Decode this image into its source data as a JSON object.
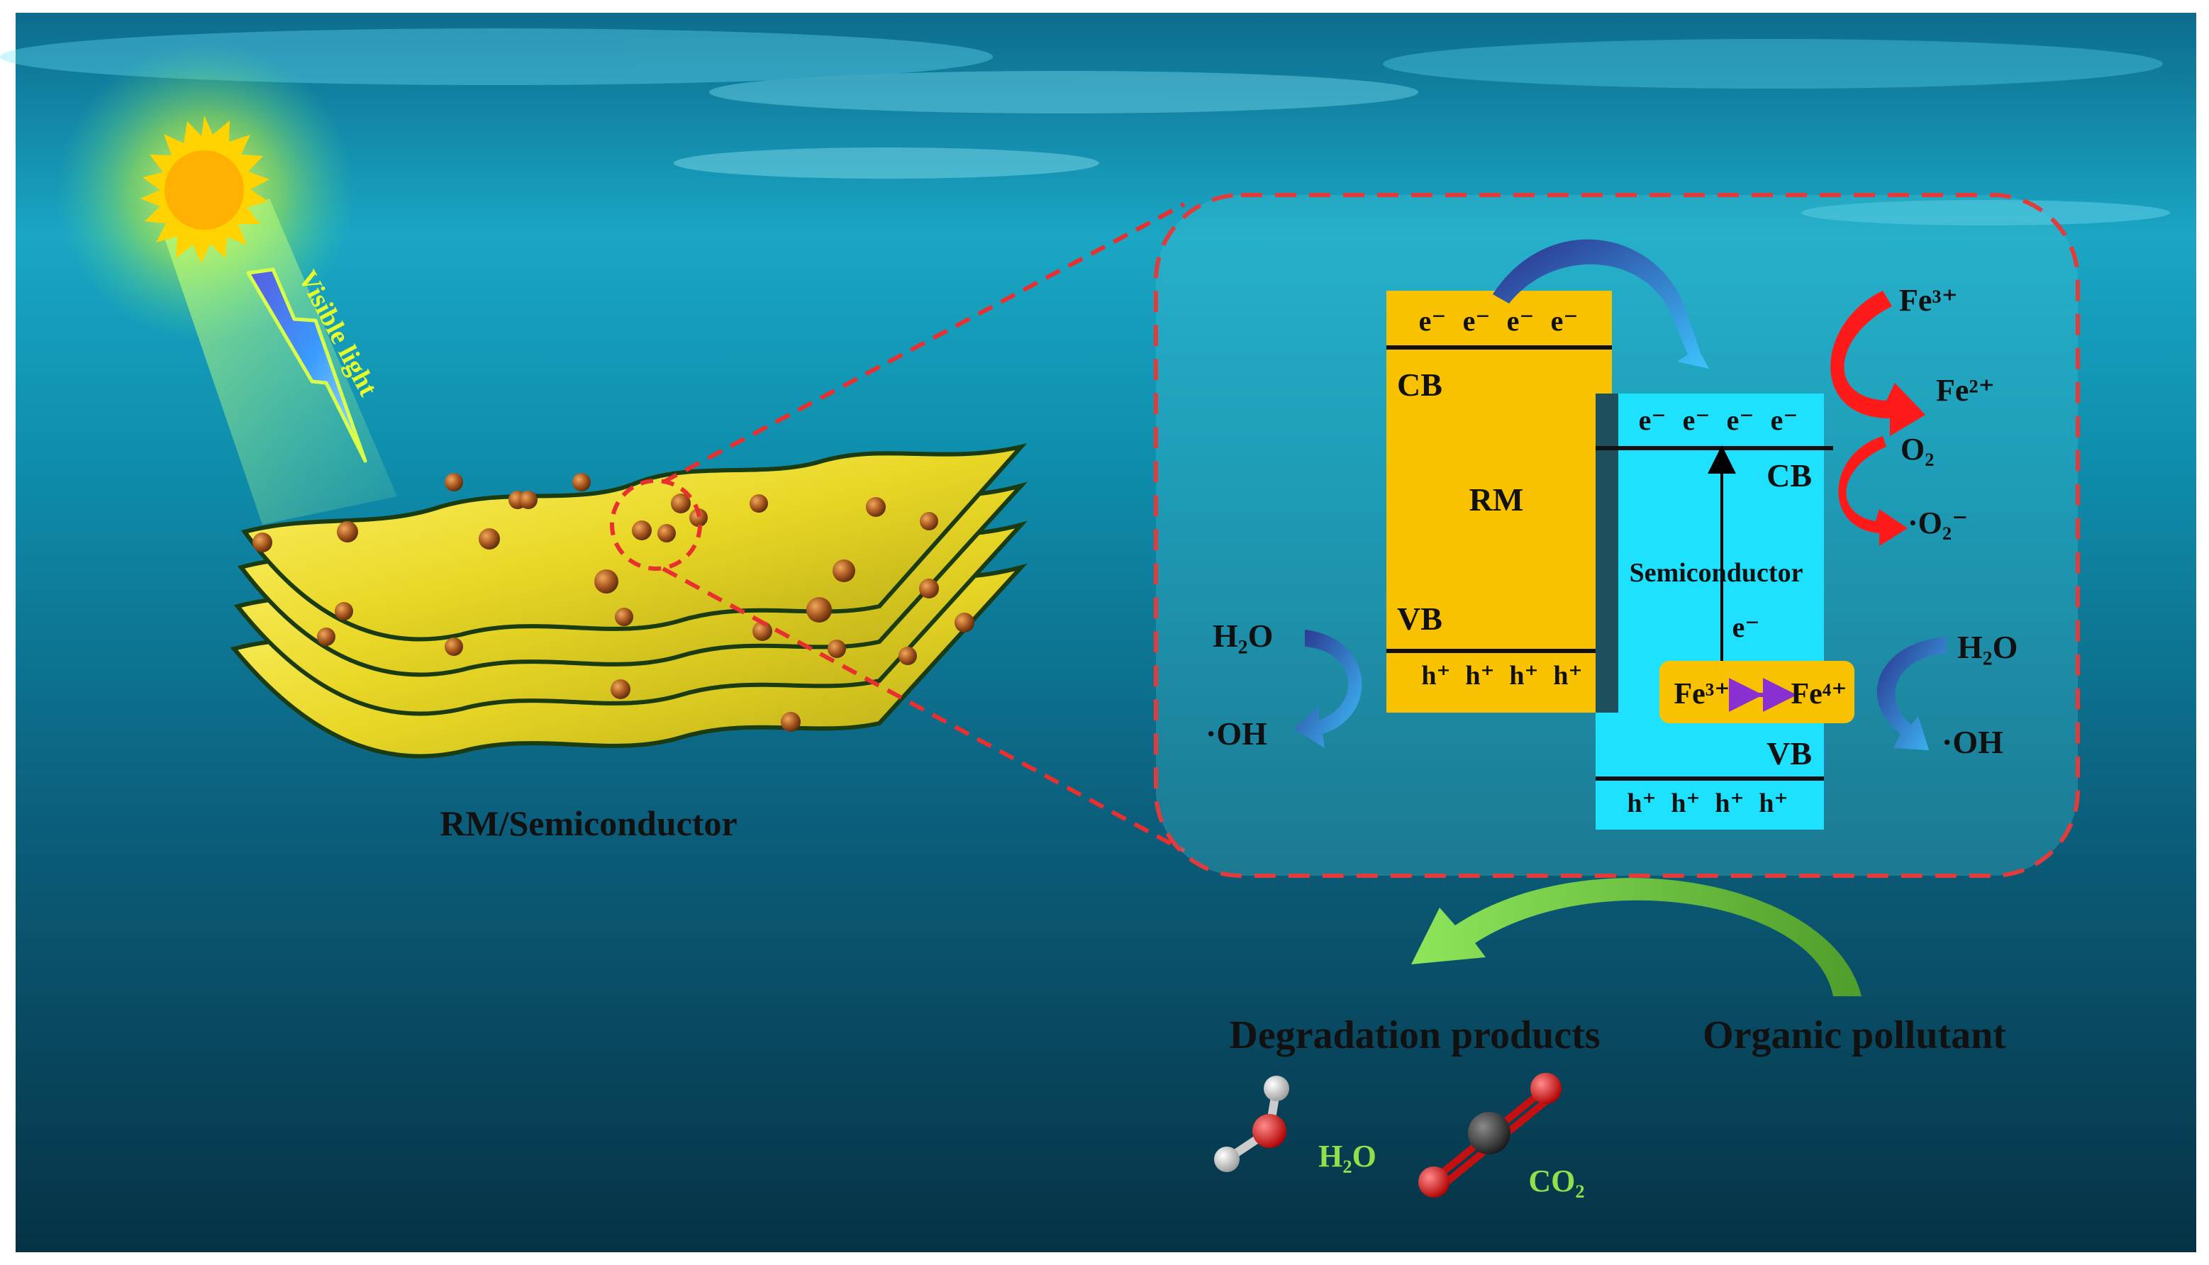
{
  "scene": {
    "composite_label": "RM/Semiconductor",
    "light_label": "Visible light"
  },
  "rm_band": {
    "name": "RM",
    "cb_label": "CB",
    "vb_label": "VB",
    "electrons": [
      "e⁻",
      "e⁻",
      "e⁻",
      "e⁻"
    ],
    "holes": [
      "h⁺",
      "h⁺",
      "h⁺",
      "h⁺"
    ]
  },
  "semiconductor_band": {
    "name": "Semiconductor",
    "cb_label": "CB",
    "vb_label": "VB",
    "electrons": [
      "e⁻",
      "e⁻",
      "e⁻",
      "e⁻"
    ],
    "holes": [
      "h⁺",
      "h⁺",
      "h⁺",
      "h⁺"
    ],
    "excitation_label": "e⁻",
    "redox_left": "Fe³⁺",
    "redox_right": "Fe⁴⁺"
  },
  "reactions": {
    "fe_top": "Fe³⁺",
    "fe_bottom": "Fe²⁺",
    "o2_in": "O₂",
    "o2_out": "·O₂⁻",
    "left_h2o": "H₂O",
    "left_oh": "·OH",
    "right_h2o": "H₂O",
    "right_oh": "·OH"
  },
  "products": {
    "degradation_label": "Degradation products",
    "pollutant_label": "Organic pollutant",
    "h2o_label": "H₂O",
    "co2_label": "CO₂"
  },
  "colors": {
    "rm_band": "#f9c200",
    "semiconductor_band": "#1ee0ff",
    "inset_border": "#e23b3b",
    "red_arrow": "#ff1a1a",
    "green_arrow": "#6fc63c",
    "molecule_label": "#8fe04a"
  }
}
